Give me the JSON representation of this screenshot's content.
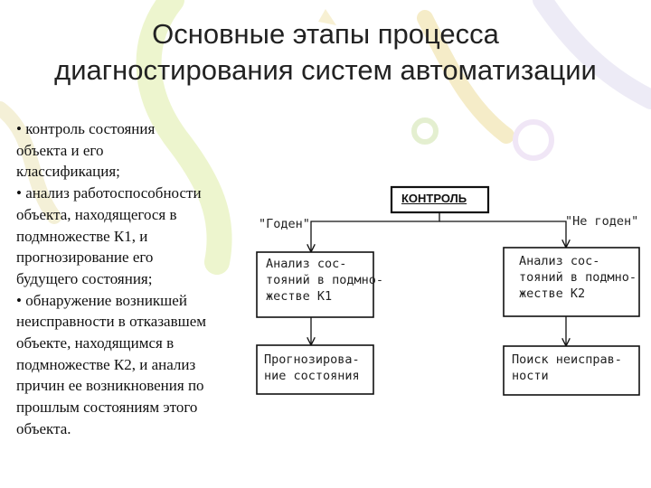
{
  "title": {
    "line1": "Основные этапы процесса",
    "line2": "диагностирования систем автоматизации"
  },
  "bullets": {
    "lines": [
      "• контроль состояния",
      "объекта и его",
      "классификация;",
      "• анализ работоспособности",
      "объекта, находящегося в",
      "подмножестве К1, и",
      "прогнозирование его",
      "будущего состояния;",
      "• обнаружение возникшей",
      "неисправности в отказавшем",
      "объекте, находящимся в",
      "подмножестве К2, и анализ",
      "причин ее возникновения по",
      "прошлым состояниям этого",
      "объекта."
    ]
  },
  "diagram": {
    "control": "КОНТРОЛЬ",
    "label_good": "\"Годен\"",
    "label_bad": "\"Не годен\"",
    "box_analysis_k1": [
      "Анализ сос-",
      "тояний в подмно-",
      "жестве К1"
    ],
    "box_prognosis": [
      "Прогнозирова-",
      "ние состояния"
    ],
    "box_analysis_k2": [
      "Анализ сос-",
      "тояний в подмно-",
      "жестве К2"
    ],
    "box_search": [
      "Поиск  неисправ-",
      "ности"
    ]
  }
}
